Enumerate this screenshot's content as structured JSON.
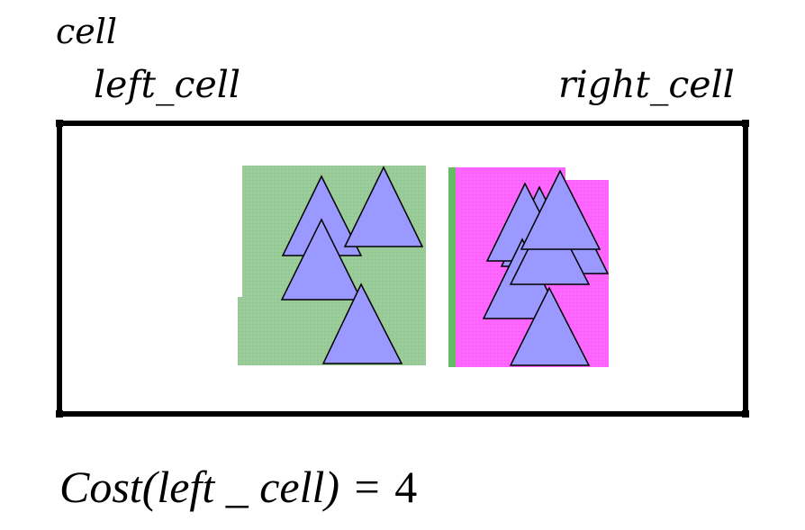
{
  "labels": {
    "cell": "cell",
    "left_cell": "left_cell",
    "right_cell": "right_cell"
  },
  "cost": {
    "function_name": "Cost(left _ cell)",
    "equals": "=",
    "value": "4"
  },
  "colors": {
    "left_region": "#99cc99",
    "right_region": "#ff66ff",
    "triangle_fill": "#9999ff",
    "triangle_stroke": "#000000",
    "frame": "#000000"
  }
}
